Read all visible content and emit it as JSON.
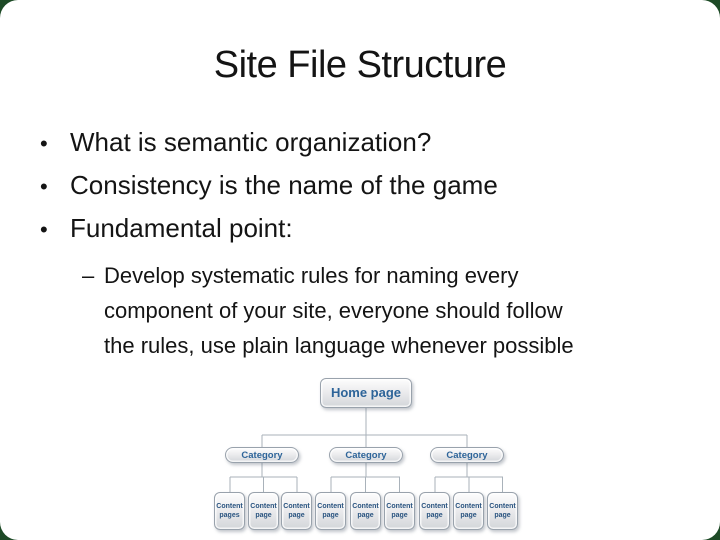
{
  "slide": {
    "title": "Site File Structure",
    "bullet_marker": "•",
    "bullets": [
      "What is semantic organization?",
      "Consistency is the name of the game",
      "Fundamental point:"
    ],
    "sub_bullet": {
      "marker": "–",
      "text": "Develop systematic rules for naming every component of your site, everyone should follow the rules, use plain language whenever possible",
      "lines": [
        "Develop systematic rules for naming every",
        "component of your site, everyone should follow",
        "the rules, use plain language whenever possible"
      ]
    }
  },
  "diagram": {
    "root": {
      "label": "Home page"
    },
    "categories": [
      {
        "label": "Category"
      },
      {
        "label": "Category"
      },
      {
        "label": "Category"
      }
    ],
    "content_pages": [
      {
        "label": "Content pages"
      },
      {
        "label": "Content page"
      },
      {
        "label": "Content page"
      },
      {
        "label": "Content page"
      },
      {
        "label": "Content page"
      },
      {
        "label": "Content page"
      },
      {
        "label": "Content page"
      },
      {
        "label": "Content page"
      },
      {
        "label": "Content page"
      }
    ],
    "colors": {
      "node_text": "#2d6499",
      "leaf_text": "#2a5480",
      "connector_line": "#a9b2ba",
      "node_border": "#99a2ac"
    }
  },
  "colors": {
    "background_green": "#1d4a26",
    "slide_background": "#ffffff",
    "body_text": "#141414"
  }
}
